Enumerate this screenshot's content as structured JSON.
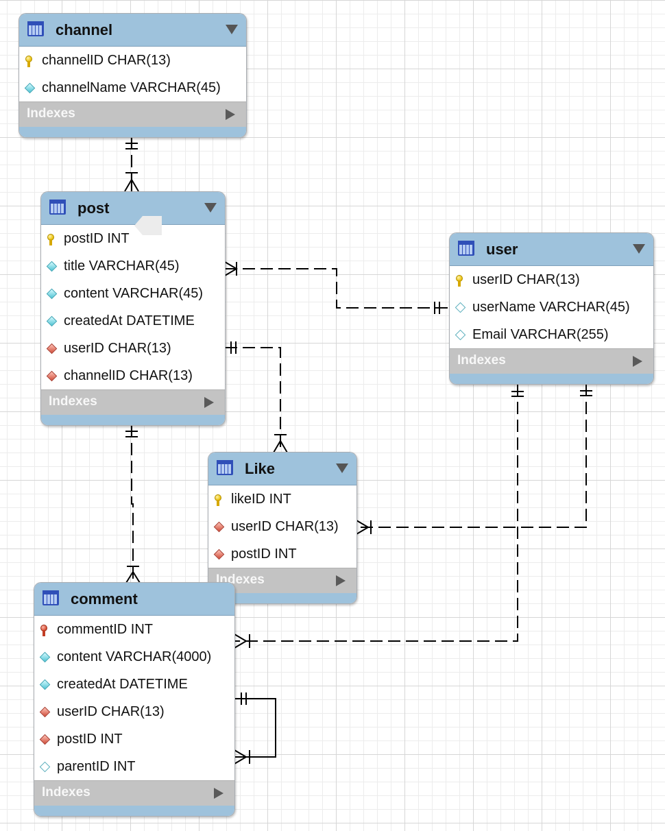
{
  "tables": {
    "channel": {
      "name": "channel",
      "columns": [
        {
          "text": "channelID CHAR(13)",
          "icon": "primary-key-icon"
        },
        {
          "text": "channelName VARCHAR(45)",
          "icon": "column-cyan-diamond-icon"
        }
      ],
      "indexes_label": "Indexes"
    },
    "post": {
      "name": "post",
      "columns": [
        {
          "text": "postID INT",
          "icon": "primary-key-icon"
        },
        {
          "text": "title VARCHAR(45)",
          "icon": "column-cyan-diamond-icon"
        },
        {
          "text": "content VARCHAR(45)",
          "icon": "column-cyan-diamond-icon"
        },
        {
          "text": "createdAt DATETIME",
          "icon": "column-cyan-diamond-icon"
        },
        {
          "text": "userID CHAR(13)",
          "icon": "foreign-key-red-diamond-icon"
        },
        {
          "text": "channelID CHAR(13)",
          "icon": "foreign-key-red-diamond-icon"
        }
      ],
      "indexes_label": "Indexes"
    },
    "user": {
      "name": "user",
      "columns": [
        {
          "text": "userID CHAR(13)",
          "icon": "primary-key-icon"
        },
        {
          "text": "userName VARCHAR(45)",
          "icon": "column-empty-diamond-icon"
        },
        {
          "text": "Email VARCHAR(255)",
          "icon": "column-empty-diamond-icon"
        }
      ],
      "indexes_label": "Indexes"
    },
    "like": {
      "name": "Like",
      "columns": [
        {
          "text": "likeID INT",
          "icon": "primary-key-icon"
        },
        {
          "text": "userID CHAR(13)",
          "icon": "foreign-key-red-diamond-icon"
        },
        {
          "text": "postID INT",
          "icon": "foreign-key-red-diamond-icon"
        }
      ],
      "indexes_label": "Indexes"
    },
    "comment": {
      "name": "comment",
      "columns": [
        {
          "text": "commentID INT",
          "icon": "primary-key-red-icon"
        },
        {
          "text": "content VARCHAR(4000)",
          "icon": "column-cyan-diamond-icon"
        },
        {
          "text": "createdAt DATETIME",
          "icon": "column-cyan-diamond-icon"
        },
        {
          "text": "userID CHAR(13)",
          "icon": "foreign-key-red-diamond-icon"
        },
        {
          "text": "postID INT",
          "icon": "foreign-key-red-diamond-icon"
        },
        {
          "text": "parentID INT",
          "icon": "column-empty-diamond-icon"
        }
      ],
      "indexes_label": "Indexes"
    }
  },
  "relationships": [
    {
      "from": "channel",
      "to": "post",
      "cardinality": "one-to-many"
    },
    {
      "from": "user",
      "to": "post",
      "cardinality": "one-to-many"
    },
    {
      "from": "post",
      "to": "Like",
      "cardinality": "one-to-many"
    },
    {
      "from": "user",
      "to": "Like",
      "cardinality": "one-to-many"
    },
    {
      "from": "post",
      "to": "comment",
      "cardinality": "one-to-many"
    },
    {
      "from": "user",
      "to": "comment",
      "cardinality": "one-to-many"
    },
    {
      "from": "comment",
      "to": "comment",
      "cardinality": "one-to-many"
    }
  ],
  "colors": {
    "header": "#9ec2dc",
    "indexes_bar": "#c3c3c3",
    "grid": "#d6d6d6"
  }
}
